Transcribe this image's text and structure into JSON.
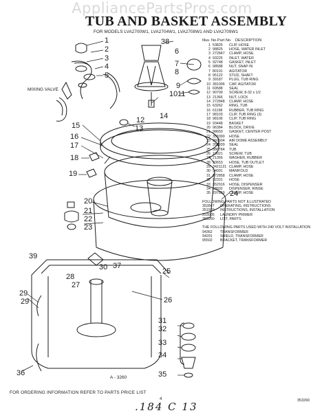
{
  "watermark": "AppliancePartsPros.com",
  "title": "TUB AND BASKET ASSEMBLY",
  "models": "FOR MODELS LVA2700W1, LVA2704W1, LVA2708W1 AND LVA2709W1",
  "label_mixing_valve": "MIXING VALVE",
  "drawing_ref": "A - 3260",
  "table_header": {
    "ilus": "Illus. No.",
    "part": "Part No.",
    "desc": "DESCRIPTION"
  },
  "parts": [
    {
      "n": "1",
      "p": "53825",
      "d": "CLIP, HOSE"
    },
    {
      "n": "2",
      "p": "98825",
      "d": "HOSE, WATER INLET"
    },
    {
      "n": "3",
      "p": "272847",
      "d": "CLAMP, HOSE"
    },
    {
      "n": "4",
      "p": "93225",
      "d": "INLET, WATER"
    },
    {
      "n": "5",
      "p": "92748",
      "d": "GASKET, INLET"
    },
    {
      "n": "6",
      "p": "98588",
      "d": "NUT, SNAP IN"
    },
    {
      "n": "7",
      "p": "80191",
      "d": "AGITATOR"
    },
    {
      "n": "8",
      "p": "95122",
      "d": "STUD, SHAFT"
    },
    {
      "n": "9",
      "p": "39187",
      "d": "PLUG, TUB RING"
    },
    {
      "n": "10",
      "p": "381006",
      "d": "CAP, AGITATOR"
    },
    {
      "n": "11",
      "p": "69588",
      "d": "SEAL"
    },
    {
      "n": "12",
      "p": "90709",
      "d": "SCREW, 8-32 x 1/2"
    },
    {
      "n": "13",
      "p": "21366",
      "d": "NUT, LOCK"
    },
    {
      "n": "14",
      "p": "272848",
      "d": "CLAMP, HOSE"
    },
    {
      "n": "15",
      "p": "63262",
      "d": "RING, TUB"
    },
    {
      "n": "16",
      "p": "61198",
      "d": "RUBBER, TUB RING"
    },
    {
      "n": "17",
      "p": "98103",
      "d": "CLIP, TUB RING (3)"
    },
    {
      "n": "18",
      "p": "98106",
      "d": "CLIP, TUB RING"
    },
    {
      "n": "19",
      "p": "93448",
      "d": "BASKET"
    },
    {
      "n": "20",
      "p": "96384",
      "d": "BLOCK, DRIVE"
    },
    {
      "n": "21",
      "p": "98650",
      "d": "GASKET, CENTER POST"
    },
    {
      "n": "22",
      "p": "353390",
      "d": "HOSE"
    },
    {
      "n": "23",
      "p": "360604",
      "d": "AIR DOME ASSEMBLY"
    },
    {
      "n": "24",
      "p": "351939",
      "d": "SEAL"
    },
    {
      "n": "25",
      "p": "386784",
      "d": "TUB"
    },
    {
      "n": "26",
      "p": "19021",
      "d": "SCREW, TUB"
    },
    {
      "n": "27",
      "p": "21366",
      "d": "WASHER, RUBBER"
    },
    {
      "n": "28",
      "p": "93653",
      "d": "HOSE, TUB OUTLET"
    },
    {
      "n": "29",
      "p": "3421121",
      "d": "CLAMP, HOSE"
    },
    {
      "n": "30",
      "p": "94091",
      "d": "MANIFOLD"
    },
    {
      "n": "31",
      "p": "272858",
      "d": "CLAMP, HOSE"
    },
    {
      "n": "32",
      "p": "92331",
      "d": "HOSE"
    },
    {
      "n": "33",
      "p": "352916",
      "d": "HOSE, DISPENSER"
    },
    {
      "n": "34",
      "p": "68932",
      "d": "DISPENSER, RINSE"
    },
    {
      "n": "35",
      "p": "297859",
      "d": "CLAMP, HOSE"
    }
  ],
  "not_illustrated_title": "FOLLOWING PARTS NOT ILLUSTRATED",
  "not_illustrated": [
    {
      "p": "352847",
      "d": "OPERATING, INSTRUCTIONS"
    },
    {
      "p": "351520",
      "d": "INSTRUCTIONS, INSTALLATION"
    },
    {
      "p": "253005",
      "d": "LAUNDRY PRIMER"
    },
    {
      "p": "353260",
      "d": "LIST, PARTS"
    }
  ],
  "volt_title": "THE FOLLOWING PARTS USED WITH 240 VOLT INSTALLATION",
  "volt_parts": [
    {
      "p": "94362",
      "d": "TRANSFORMER"
    },
    {
      "p": "94291",
      "d": "SHIELD, TRANSFORMER"
    },
    {
      "p": "95502",
      "d": "BRACKET, TRANSFORMER"
    }
  ],
  "order_note": "FOR ORDERING INFORMATION REFER TO PARTS PRICE LIST",
  "page_number": "4",
  "doc_code": "353260",
  "handwritten": ".184 C 13",
  "callouts": {
    "c1": "1",
    "c2": "2",
    "c3": "3",
    "c4": "4",
    "c5": "5",
    "c6": "6",
    "c7": "7",
    "c8": "8",
    "c9": "9",
    "c10": "10",
    "c11": "11",
    "c12": "12",
    "c13": "13",
    "c14": "14",
    "c15": "15",
    "c16": "16",
    "c17": "17",
    "c18": "18",
    "c19": "19",
    "c20": "20",
    "c21": "21",
    "c22": "22",
    "c23": "23",
    "c24": "24",
    "c25": "25",
    "c26": "26",
    "c27": "27",
    "c28": "28",
    "c29a": "29",
    "c29b": "29",
    "c30": "30",
    "c31": "31",
    "c32": "32",
    "c33": "33",
    "c34": "34",
    "c35": "35",
    "c36": "36",
    "c37": "37",
    "c38": "38",
    "c39": "39"
  }
}
